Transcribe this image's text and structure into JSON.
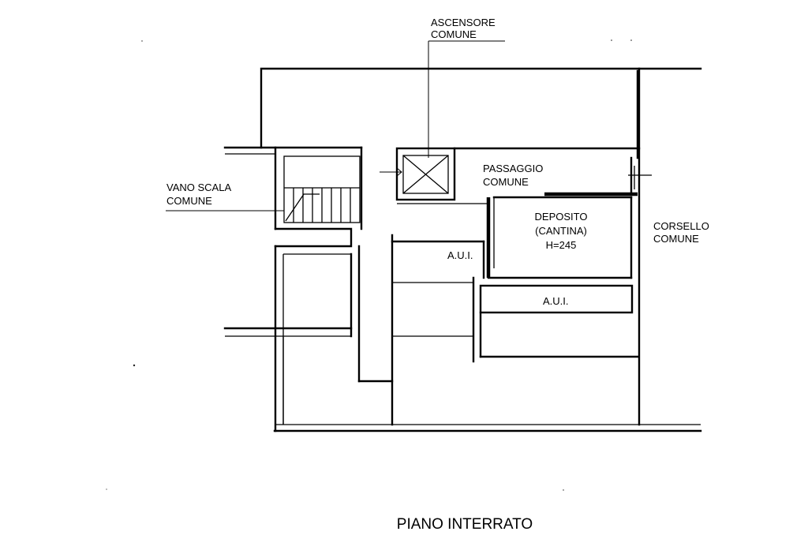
{
  "plan": {
    "title": "PIANO INTERRATO",
    "labels": {
      "elevator": [
        "ASCENSORE",
        "COMUNE"
      ],
      "stairwell": [
        "VANO SCALA",
        "COMUNE"
      ],
      "passage": [
        "PASSAGGIO",
        "COMUNE"
      ],
      "storage": [
        "DEPOSITO",
        "(CANTINA)",
        "H=245"
      ],
      "driveway": [
        "CORSELLO",
        "COMUNE"
      ],
      "aui_left": "A.U.I.",
      "aui_right": "A.U.I."
    }
  }
}
